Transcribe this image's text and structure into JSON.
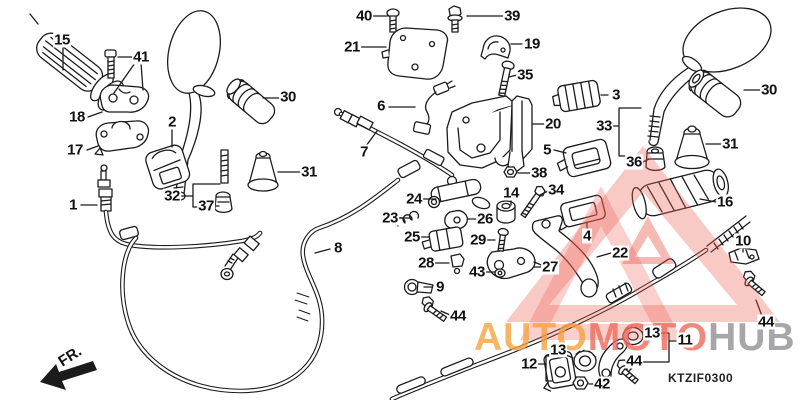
{
  "diagram": {
    "code": "KTZIF0300",
    "front_marker": "FR.",
    "watermark": {
      "part1": "AUTO",
      "part2": "MOTO",
      "part3": "HUB",
      "orange": "#F5A03C",
      "red": "#EE6A5C",
      "gray": "#9B9B9D",
      "triangle_color": "#EE6155"
    },
    "callouts": {
      "n1": "1",
      "n2": "2",
      "n3": "3",
      "n4": "4",
      "n5": "5",
      "n6": "6",
      "n7": "7",
      "n8": "8",
      "n9": "9",
      "n10": "10",
      "n11": "11",
      "n12": "12",
      "n13a": "13",
      "n13b": "13",
      "n14": "14",
      "n15": "15",
      "n16": "16",
      "n17": "17",
      "n18": "18",
      "n19": "19",
      "n20": "20",
      "n21": "21",
      "n22": "22",
      "n23": "23",
      "n24": "24",
      "n25": "25",
      "n26": "26",
      "n27": "27",
      "n28": "28",
      "n29": "29",
      "n30a": "30",
      "n30b": "30",
      "n31a": "31",
      "n31b": "31",
      "n32": "32",
      "n33": "33",
      "n34": "34",
      "n35": "35",
      "n36": "36",
      "n37": "37",
      "n38": "38",
      "n39": "39",
      "n40": "40",
      "n41": "41",
      "n42": "42",
      "n43": "43",
      "n44a": "44",
      "n44b": "44",
      "n44c": "44"
    }
  }
}
